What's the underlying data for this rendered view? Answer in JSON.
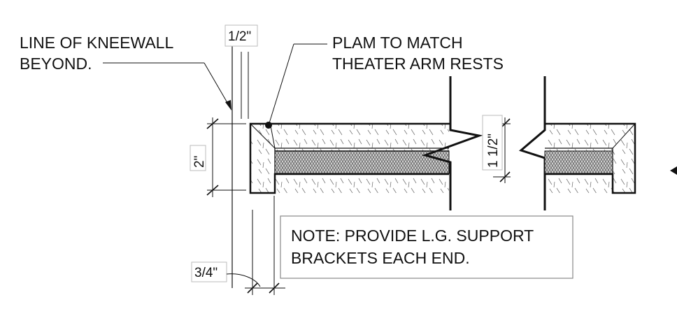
{
  "labels": {
    "kneewall_line1": "LINE OF KNEEWALL",
    "kneewall_line2": "BEYOND.",
    "plam_line1": "PLAM TO MATCH",
    "plam_line2": "THEATER ARM RESTS",
    "note_line1": "NOTE: PROVIDE L.G. SUPPORT",
    "note_line2": "BRACKETS EACH END."
  },
  "dimensions": {
    "top_width": "1/2\"",
    "overall_height": "2\"",
    "core_height": "1 1/2\"",
    "bottom_offset": "3/4\""
  },
  "colors": {
    "line": "#111111",
    "hatch": "#666666",
    "core": "#bbbbbb"
  }
}
